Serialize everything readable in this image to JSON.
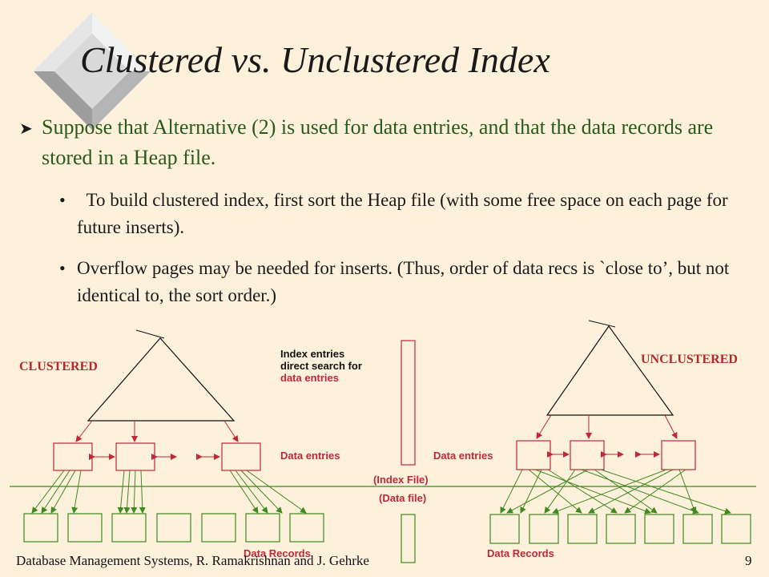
{
  "slide": {
    "title": "Clustered vs. Unclustered Index",
    "bullet_main": "Suppose that Alternative (2) is used for data entries, and that the data records are stored in a Heap file.",
    "sub_bullets": [
      "  To build clustered index, first sort the Heap file (with some free space on each page for future inserts).",
      "Overflow pages may be needed for inserts.  (Thus, order of data recs is `close to’, but not identical to, the sort order.)"
    ]
  },
  "diagram": {
    "clustered_label": "CLUSTERED",
    "unclustered_label": "UNCLUSTERED",
    "index_entries_line1": "Index entries",
    "index_entries_line2": "direct search for",
    "index_entries_line3": "data entries",
    "data_entries_left": "Data entries",
    "data_entries_right": "Data entries",
    "index_file": "(Index File)",
    "data_file": "(Data file)",
    "data_records_left": "Data Records",
    "data_records_right": "Data Records"
  },
  "footer": {
    "credit": "Database Management Systems, R. Ramakrishnan and J. Gehrke",
    "page": "9"
  }
}
